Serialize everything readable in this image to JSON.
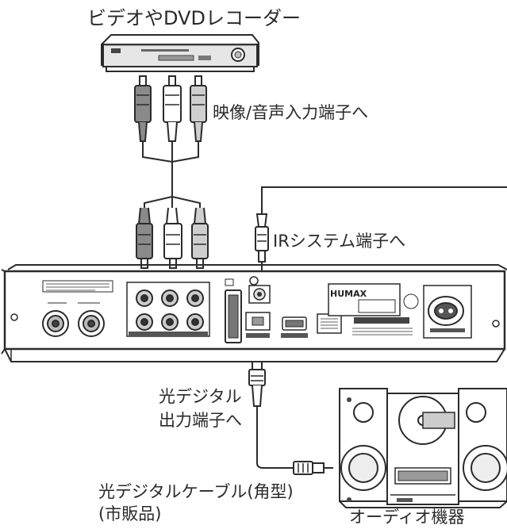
{
  "labels": {
    "video_recorder": "ビデオやDVDレコーダー",
    "av_input": "映像/音声入力端子へ",
    "ir_system": "IRシステム端子へ",
    "optical_out_line1": "光デジタル",
    "optical_out_line2": "出力端子へ",
    "optical_cable_line1": "光デジタルケーブル(角型)",
    "optical_cable_line2": "(市販品)",
    "audio_device": "オーディオ機器",
    "brand": "HUMAX"
  },
  "colors": {
    "line": "#2b2b2b",
    "mid_gray": "#8a8a8a",
    "light_gray": "#cfcfcf",
    "text": "#2a2a2a"
  },
  "icons": {
    "recorder": "dvd-recorder-icon",
    "stereo": "stereo-system-icon"
  }
}
